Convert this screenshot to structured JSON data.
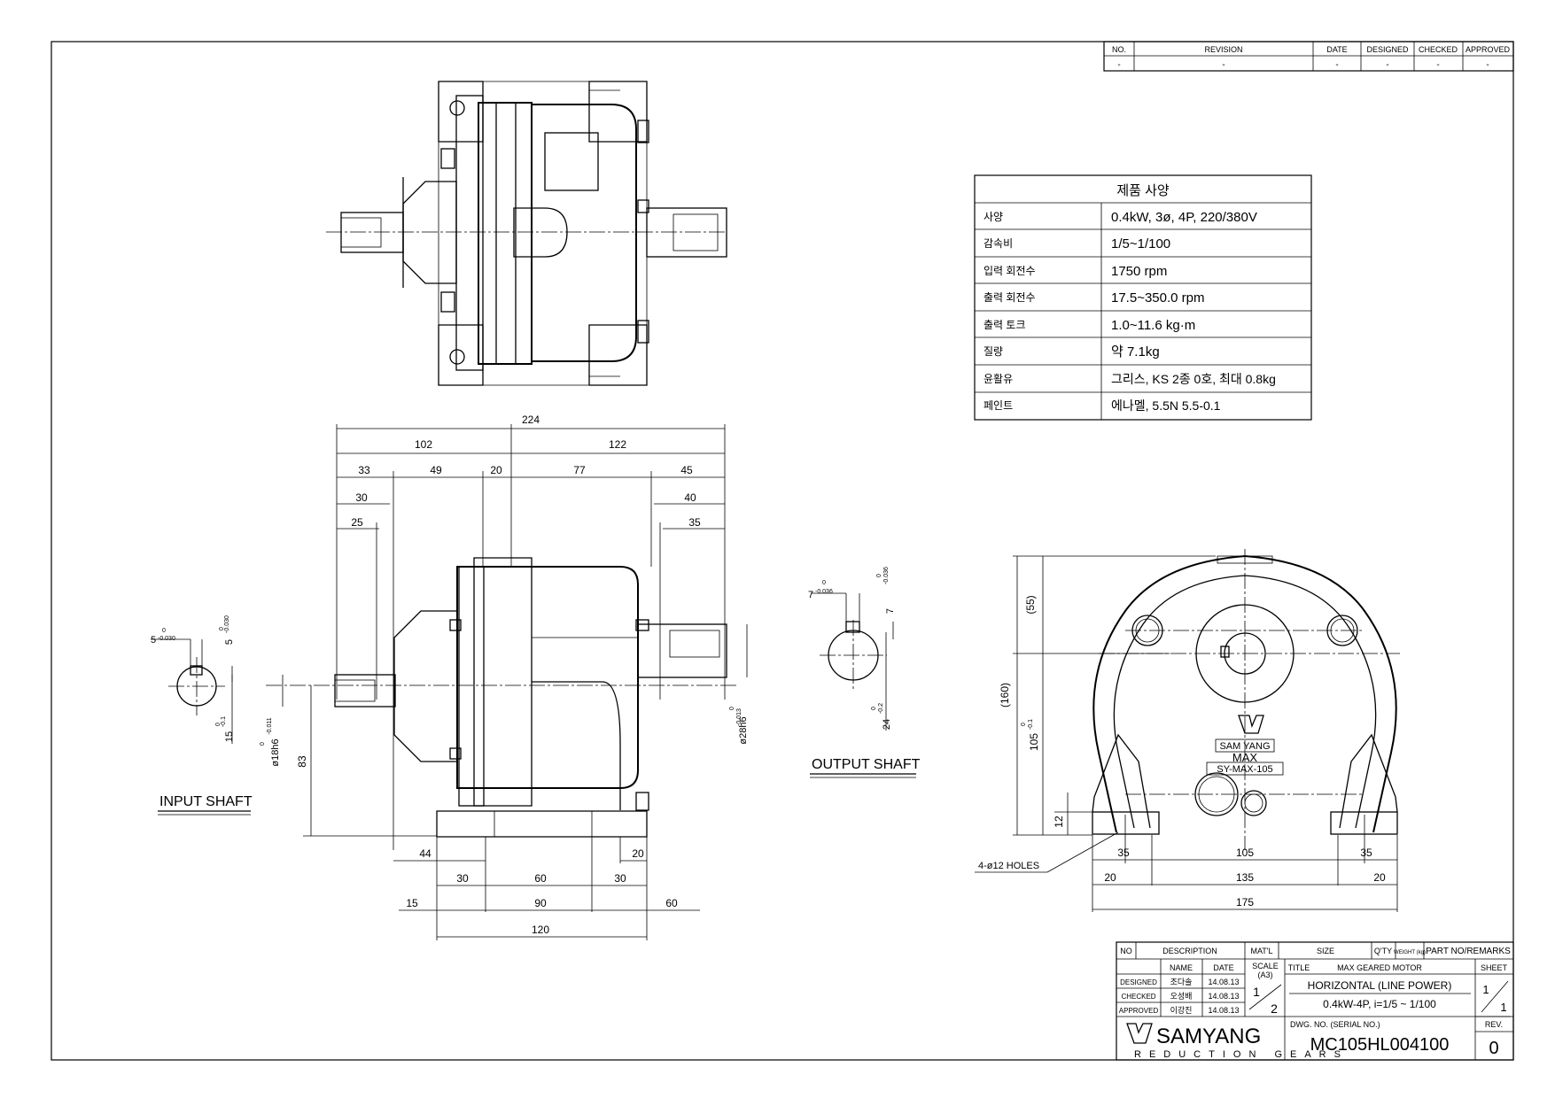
{
  "revision_table": {
    "headers": [
      "NO.",
      "REVISION",
      "DATE",
      "DESIGNED",
      "CHECKED",
      "APPROVED"
    ],
    "row": [
      "-",
      "-",
      "-",
      "-",
      "-",
      "-"
    ]
  },
  "spec_table": {
    "title": "제품 사양",
    "rows": [
      {
        "label": "사양",
        "value": "0.4kW, 3ø, 4P, 220/380V"
      },
      {
        "label": "감속비",
        "value": "1/5~1/100"
      },
      {
        "label": "입력 회전수",
        "value": "1750 rpm"
      },
      {
        "label": "출력 회전수",
        "value": "17.5~350.0 rpm"
      },
      {
        "label": "출력 토크",
        "value": "1.0~11.6 kg·m"
      },
      {
        "label": "질량",
        "value": "약 7.1kg"
      },
      {
        "label": "윤활유",
        "value": "그리스, KS 2종 0호, 최대 0.8kg"
      },
      {
        "label": "페인트",
        "value": "에나멜, 5.5N 5.5-0.1"
      }
    ]
  },
  "side_view_dims": {
    "overall": "224",
    "left_half": "102",
    "right_half": "122",
    "seg_33": "33",
    "seg_49": "49",
    "seg_20": "20",
    "seg_77": "77",
    "seg_45": "45",
    "in_30": "30",
    "in_25": "25",
    "out_40": "40",
    "out_35": "35",
    "shaft_height": "83",
    "input_dia": "ø18h6",
    "input_tol_up": "0",
    "input_tol_low": "-0.011",
    "output_dia": "ø28h6",
    "output_tol_up": "0",
    "output_tol_low": "-0.013",
    "b_44": "44",
    "b_20": "20",
    "b_30a": "30",
    "b_60": "60",
    "b_30b": "30",
    "b_15": "15",
    "b_90": "90",
    "b_60r": "60",
    "b_120": "120"
  },
  "input_shaft": {
    "label": "INPUT SHAFT",
    "key_width": "5",
    "key_width_tol_up": "0",
    "key_width_tol_low": "-0.030",
    "key_height": "5",
    "key_height_tol_up": "0",
    "key_height_tol_low": "-0.030",
    "depth": "15",
    "depth_tol_up": "0",
    "depth_tol_low": "-0.1"
  },
  "output_shaft": {
    "label": "OUTPUT SHAFT",
    "key_width": "7",
    "key_width_tol_up": "0",
    "key_width_tol_low": "-0.036",
    "key_height": "7",
    "key_height_tol_up": "0",
    "key_height_tol_low": "-0.036",
    "depth": "24",
    "depth_tol_up": "0",
    "depth_tol_low": "-0.2"
  },
  "front_view": {
    "dim_55": "(55)",
    "dim_160": "(160)",
    "dim_105": "105",
    "dim_105_tol_up": "0",
    "dim_105_tol_low": "-0.1",
    "dim_12": "12",
    "dim_35a": "35",
    "dim_105h": "105",
    "dim_35b": "35",
    "dim_20a": "20",
    "dim_135": "135",
    "dim_20b": "20",
    "dim_175": "175",
    "holes": "4-ø12 HOLES",
    "badge_line1": "SAM YANG",
    "badge_line2": "MAX",
    "badge_line3": "SY-MAX-105"
  },
  "title_block": {
    "h_no": "NO",
    "h_desc": "DESCRIPTION",
    "h_matl": "MAT'L",
    "h_size": "SIZE",
    "h_qty": "Q'TY",
    "h_weight": "WEIGHT (kg)",
    "h_part": "PART NO/REMARKS",
    "h_name": "NAME",
    "h_date": "DATE",
    "h_scale": "SCALE",
    "scale_sheet": "(A3)",
    "h_title": "TITLE",
    "designed_label": "DESIGNED",
    "designed_name": "조다솔",
    "designed_date": "14.08.13",
    "checked_label": "CHECKED",
    "checked_name": "오성배",
    "checked_date": "14.08.13",
    "approved_label": "APPROVED",
    "approved_name": "이강진",
    "approved_date": "14.08.13",
    "scale_num": "1",
    "scale_den": "2",
    "title_line1": "MAX GEARED MOTOR",
    "title_line2": "HORIZONTAL (LINE POWER)",
    "title_line3": "0.4kW-4P, i=1/5 ~ 1/100",
    "h_sheet": "SHEET",
    "sheet_num": "1",
    "sheet_den": "1",
    "company": "SAMYANG",
    "company_sub": "REDUCTION GEARS",
    "h_dwg": "DWG. NO. (SERIAL NO.)",
    "dwg_no": "MC105HL004100",
    "h_rev": "REV.",
    "rev": "0"
  }
}
